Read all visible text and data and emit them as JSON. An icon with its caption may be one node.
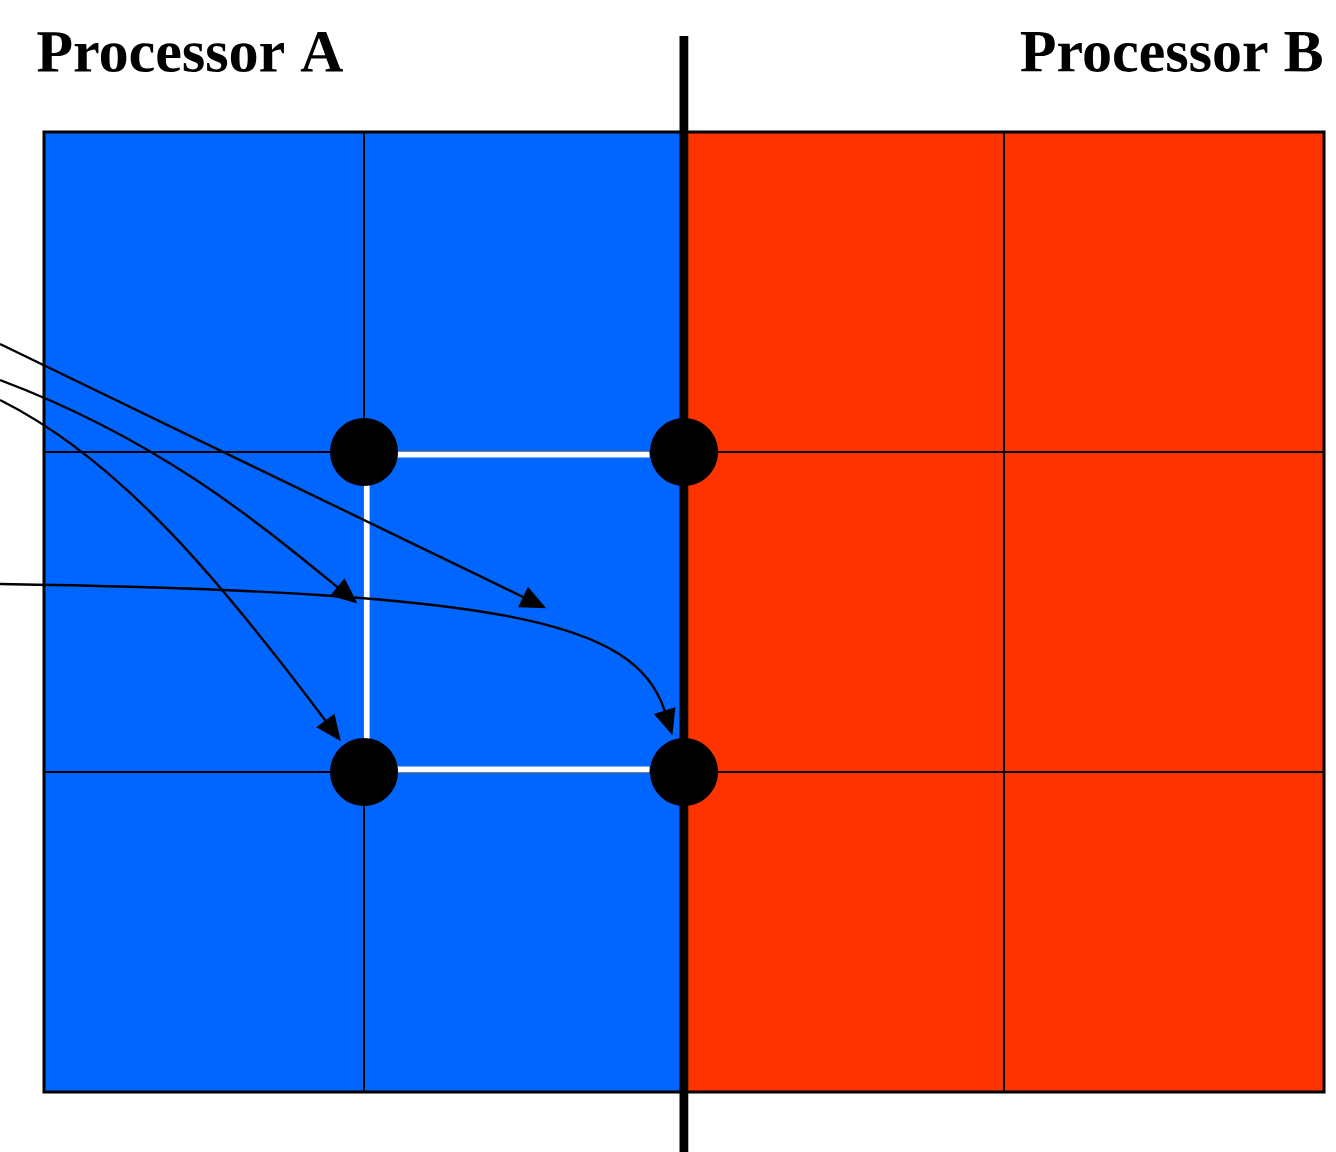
{
  "diagram": {
    "nodes": [
      {
        "text": [],
        "shape": "circle"
      },
      {
        "text": [],
        "shape": "circle"
      },
      {
        "text": [],
        "shape": "circle"
      },
      {
        "text": [],
        "shape": "circle"
      },
      {
        "text": [],
        "shape": "box"
      }
    ],
    "edges": [
      {
        "from": null,
        "to": 4,
        "arrow": "to"
      },
      {
        "from": null,
        "to": 4,
        "arrow": "to"
      },
      {
        "from": null,
        "to": 2,
        "arrow": "to"
      },
      {
        "from": null,
        "to": 3,
        "arrow": "to"
      }
    ],
    "labels": [
      "Processor A",
      "Processor B"
    ]
  }
}
